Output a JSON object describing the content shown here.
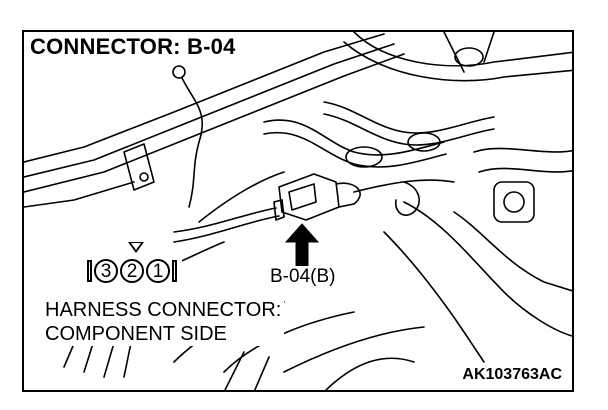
{
  "title": "CONNECTOR: B-04",
  "pins": [
    "3",
    "2",
    "1"
  ],
  "connector_label": "B-04(B)",
  "harness_lines": [
    "HARNESS CONNECTOR:",
    "COMPONENT SIDE"
  ],
  "figure_code": "AK103763AC"
}
